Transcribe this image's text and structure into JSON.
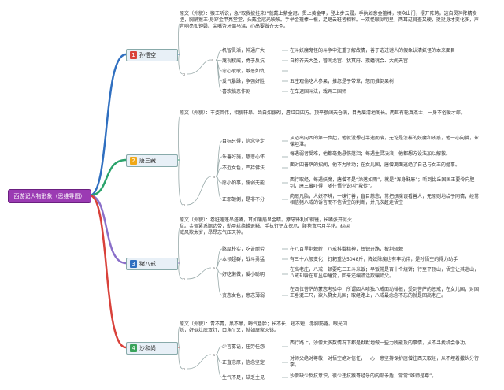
{
  "root": {
    "label": "西游记人物形象（思维导图）",
    "color": "#9b3bb3"
  },
  "branches": [
    {
      "key": "sunwukong",
      "num": "1",
      "name": "孙悟空",
      "badge_color": "#d9413a",
      "line_color": "#2f6fc0",
      "desc": "原文（外貌）：猴王听说，急“取我披挂来!”就戴上紫金冠，贯上黄金甲，登上步云履，手执如意金箍棒，领众出门，摆开阵势。这自灵神降精炭胆，胸脯猴王·身穿金甲亮堂堂，头戴金冠光映映。手举金箍棒一根，足踏云鞋皆相称。一双怪眼似明星，两耳过肩查又硬，挺挺身才变化多，声音响亮如钟磬。尖嘴咨牙弼马温，心高要做齐天圣。",
      "p_label": "p",
      "a_label": "a",
      "traits": [
        {
          "t": "机智灵活，神通广大",
          "d": "在斗妖魔鬼怪的斗争中注重了解故情，善于选过谜人的假象认清妖怪的本来面目"
        },
        {
          "t": "蔑视权威，勇于反抗",
          "d": "自称齐天大圣，管闹龙宫、犹冥府、搅蟠桃会、大闹天宫"
        },
        {
          "t": "忠心耿耿，嫉恶如仇",
          "d": ""
        },
        {
          "t": "爱气暴躁，争强好胜",
          "d": "五庄观偷吃人参果，推忽是子带草，怒而推倒果树"
        },
        {
          "t": "喜欢搞恶作剧",
          "d": "在车迟国斗法，戏弄三国师"
        }
      ]
    },
    {
      "key": "tangsanzang",
      "num": "2",
      "name": "唐三藏",
      "badge_color": "#f0a818",
      "line_color": "#2aa36b",
      "desc": "原文（外貌）：丰姿英伟，相貌轩昂。齿白如银砌，唇红口四方。顶平额阔天仓满，目秀眉清地阁长。两耳有轮真杰士，一身不俗爱才郎。",
      "p_label": "p",
      "a_label": "a",
      "traits": [
        {
          "t": "目标只得，信念坚定",
          "d": "从迈出向西的第一步起，他就没想过半途而废，无论是怎样的妖魔和诱惑，他一心向佛，永葆坦湛。"
        },
        {
          "t": "乐善好施，慈悲心怀",
          "d": "每遇弱者受难，他都毫免悬伤落泪；每遇生灵决浪，他都想方设法加以解救。"
        },
        {
          "t": "不近女色，严持佛法",
          "d": "面对四普萨的招闻，他不为所动；在女儿国，唐僧离面逃绝了自己与女王的婚事。"
        },
        {
          "t": "愿小怕事，懦弱无能",
          "d": "西行取经，每遇妖魔，唐僧不是“涂落如雨”，就是“浑身酥麻”；听到比丘国国王要伶向胆钊，唐三藏吓得，随往悟空说叫“救徒”。"
        },
        {
          "t": "正邪颠倒，是非不分",
          "d": "肉眼凡胎，人妖不辨，一味行善，盲目慈悲，常把妖魔误看善人，无原则地给予同情；经常相信猪八戒的诉言而不信悟空的判断，并几次赶走悟空"
        }
      ]
    },
    {
      "key": "zhubajie",
      "num": "3",
      "name": "猪八戒",
      "badge_color": "#2f6fc0",
      "line_color": "#8a6fc9",
      "desc": "原文（外貌）：卷脏莲蓬吊搭嘴，耳如蒲扇显金睛。獠牙锋利如钢锉，长嘴张开似火盆。金盔紧系腮边带，勒甲丝绦蟒退鳞。手执钉钯龙探爪，腰挎弯弓月半轮。纠纠威风欺太岁，昂昂志气压天神。",
      "p_label": "p",
      "a_label": "a",
      "traits": [
        {
          "t": "憨厚朴实，吃苦耐劳",
          "d": "在八百里荆棘岭，八戒抖擞精神，挥钯开路，披荆斩棘"
        },
        {
          "t": "本领超群，战斗勇猛",
          "d": "有三十六般变化，钉耙重达5048斤，降妖除魔也有丰功伟，是孙悟空的得力助手"
        },
        {
          "t": "好吃懒做，爱小聪明",
          "d": "在高老庄，八戒一顿要吃三五斗米饭；早饭常是百十个烧饼；行至平顶山，悟空让其巡山，八戒却躲在草丛中睡觉，回来还编谎话欺骗师父。"
        },
        {
          "t": "贪恋女色，意志薄弱",
          "d": "在四位菩萨的蒙志考验中，所谓四人唯独八戒面动禅根，受到菩萨的惩戒；在女儿国，对国王垂涎三尺，欲入赘女儿国；取经路上，八戒最念念不忘的就是回高老庄。"
        }
      ]
    },
    {
      "key": "shaheshang",
      "num": "4",
      "name": "沙和尚",
      "badge_color": "#3aa35b",
      "line_color": "#d9413a",
      "desc": "原文（外貌）：青不青，黑不黑，晦气色脸；长不长，短不短，赤脚筋躯。眼光闪烁，好似灶底双灯；口角丫叉，就如屠家火钵。",
      "p_label": "p",
      "a_label": "a",
      "traits": [
        {
          "t": "少言寡语，任劳任怨",
          "d": "西行路上，沙僧大多数情况下都是默默地做一些力所能及的事情，从不寻找机会争功。"
        },
        {
          "t": "正直忠厚，信念坚定",
          "d": "对师父绝对尊敬，对悟空绝对信任，一心一意坚持保护唐僧往西天取经，从不埋着撒伙分行李。"
        },
        {
          "t": "生气不足，缺乏主见",
          "d": "沙僧缺少反抗意识，很少违抗猴哥经乐的内部矛盾，常常“唯师是尊”。"
        }
      ]
    }
  ]
}
